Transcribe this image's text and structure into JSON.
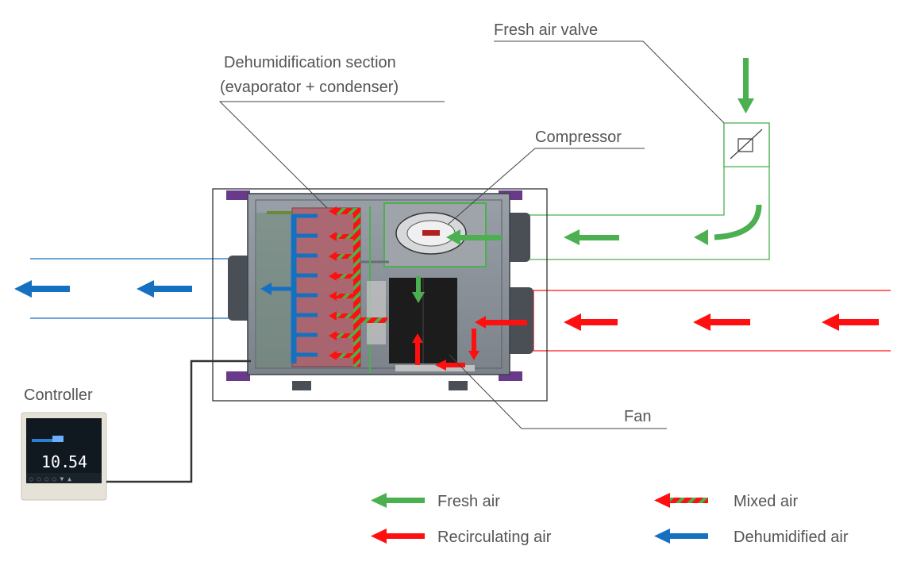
{
  "labels": {
    "fresh_air_valve": "Fresh air valve",
    "dehumidification_line1": "Dehumidification section",
    "dehumidification_line2": "(evaporator + condenser)",
    "compressor": "Compressor",
    "fan": "Fan",
    "controller": "Controller"
  },
  "controller_display": {
    "value_left": "10.",
    "value_right": "54"
  },
  "legend": [
    {
      "label": "Fresh air",
      "color": "#4caf50",
      "style": "solid"
    },
    {
      "label": "Mixed air",
      "color": "#ff1010",
      "style": "striped",
      "stripe_color": "#4caf50"
    },
    {
      "label": "Recirculating air",
      "color": "#ff1010",
      "style": "solid"
    },
    {
      "label": "Dehumidified air",
      "color": "#1570c0",
      "style": "solid"
    }
  ],
  "colors": {
    "fresh": "#4caf50",
    "recirculating": "#ff1010",
    "dehumidified": "#1570c0",
    "unit_body": "#8a8f96",
    "coil": "#b0606a",
    "leader_line": "#444444"
  }
}
